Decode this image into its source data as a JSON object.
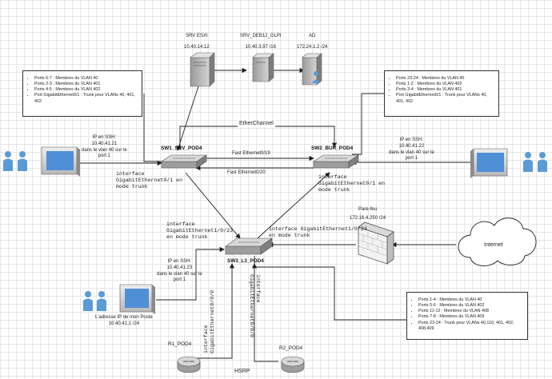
{
  "servers": [
    {
      "name": "SRV ESXI",
      "ip": "10.40.14.12"
    },
    {
      "name": "SRV_DEB12_GLPI",
      "ip": "10.40.3.97 /16"
    },
    {
      "name": "AD",
      "ip": "172.24.1.2 /24"
    }
  ],
  "switches": {
    "sw1": "SW1_SRV_POD4",
    "sw2": "SW2_BUR_POD4",
    "sw3": "SW3_L3_POD4"
  },
  "routers": {
    "r1": "R1_POD4",
    "r2": "R2_POD4",
    "hsrp": "HSRP"
  },
  "links": {
    "etherchannel": "EtherChannel",
    "fe19": "Fast Ethernet0/19",
    "fe20": "Fast Ethernet0/20"
  },
  "interfaces": {
    "sw1_trunk": [
      "interface",
      "GigabitEthernet0/1 en",
      "mode trunk"
    ],
    "sw2_trunk": [
      "interface",
      "GigabitEthernet0/1 en",
      "mode trunk"
    ],
    "sw3_g23": [
      "interface",
      "GigabitEthernet1/0/23",
      "en mode trunk"
    ],
    "sw3_g24": [
      "interface GigabitEthernet1/0/24",
      "en mode trunk"
    ],
    "r1_if": [
      "interface",
      "GigabitEthernet0/0/0"
    ],
    "r2_if": [
      "interface",
      "GigabitEthernet0/0/0"
    ]
  },
  "ssh": {
    "left": [
      "IP en SSH:",
      "10.40.41.21",
      "dans le vlan 40 sur le",
      "port 1"
    ],
    "right": [
      "IP en SSH:",
      "10.40.41.22",
      "dans le vlan 40 sur le",
      "port 1"
    ],
    "bottom": [
      "IP en SSH:",
      "10.40.41.23",
      "dans le vlan 40 sur le",
      "port 1"
    ]
  },
  "poste": [
    "L'adresse IP de mon Poste",
    "10.40.41.1 /24"
  ],
  "firewall": {
    "label": "Pare-feu",
    "ip": "172.16.4.250 /24"
  },
  "internet": "Internet",
  "notes": {
    "sw1": [
      "Ports 6-7 : Membres du VLAN 40",
      "Ports 2-3 : Membres du VLAN 401",
      "Ports 4-5 : Membres du VLAN 402",
      "Port GigabitEthernet0/1 : Trunk pour VLANs 40, 401, 402"
    ],
    "sw2": [
      "Ports 23-24 : Membres du VLAN 40",
      "Ports 1-2 : Membres du VLAN 402",
      "Ports 3-4 : Membres du VLAN 401",
      "Port GigabitEthernet0/1 : Trunk pour VLANs 40, 401, 402"
    ],
    "sw3": [
      "Ports 1-4 : Membres du VLAN 40",
      "Ports 5-6 : Membres du VLAN 402",
      "Ports 11-12 : Membres du VLAN 408",
      "Ports 7-8 : Membres du VLAN 409",
      "Ports 23-24 : Trunk pour VLANs 40,110, 401, 402, 408,409"
    ]
  },
  "colors": {
    "line": "#222222",
    "device_fill": "#cfcfcf",
    "device_dark": "#8a8a8a",
    "monitor": "#4f8fd6",
    "user": "#5b9bd5"
  }
}
